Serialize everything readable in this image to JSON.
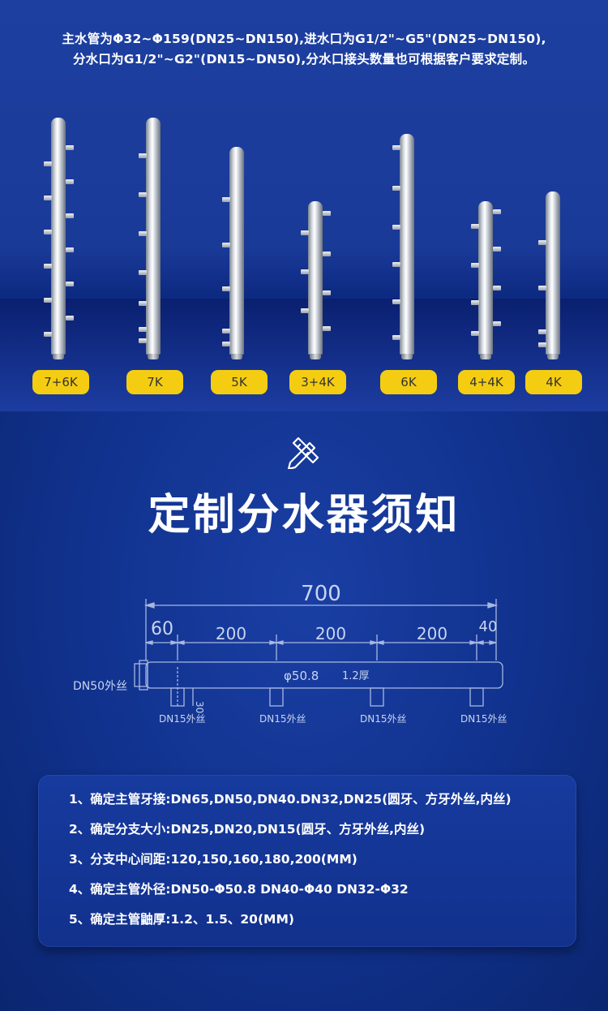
{
  "intro": {
    "line1": "主水管为Φ32~Φ159(DN25~DN150),进水口为G1/2\"~G5\"(DN25~DN150),",
    "line2": "分水口为G1/2\"~G2\"(DN15~DN50),分水口接头数量也可根据客户要求定制。"
  },
  "products": [
    {
      "label": "7+6K"
    },
    {
      "label": "7K"
    },
    {
      "label": "5K"
    },
    {
      "label": "3+4K"
    },
    {
      "label": "6K"
    },
    {
      "label": "4+4K"
    },
    {
      "label": "4K"
    }
  ],
  "heading": "定制分水器须知",
  "drawing": {
    "total": "700",
    "seg1": "60",
    "seg2": "200",
    "seg3": "200",
    "seg4": "200",
    "seg5": "40",
    "inlet": "DN50外丝",
    "pipe_spec": "φ50.8",
    "thickness": "1.2厚",
    "height": "30",
    "branch1": "DN15外丝",
    "branch2": "DN15外丝",
    "branch3": "DN15外丝",
    "branch4": "DN15外丝"
  },
  "notes": [
    "1、确定主管牙接:DN65,DN50,DN40.DN32,DN25(圆牙、方牙外丝,内丝)",
    "2、确定分支大小:DN25,DN20,DN15(圆牙、方牙外丝,内丝)",
    "3、分支中心间距:120,150,160,180,200(MM)",
    "4、确定主管外径:DN50-Φ50.8  DN40-Φ40  DN32-Φ32",
    "5、确定主管鼬厚:1.2、1.5、20(MM)"
  ],
  "colors": {
    "background": "#1a3a98",
    "badge": "#f4cd12",
    "badge_text": "#333333",
    "text": "#ffffff"
  }
}
